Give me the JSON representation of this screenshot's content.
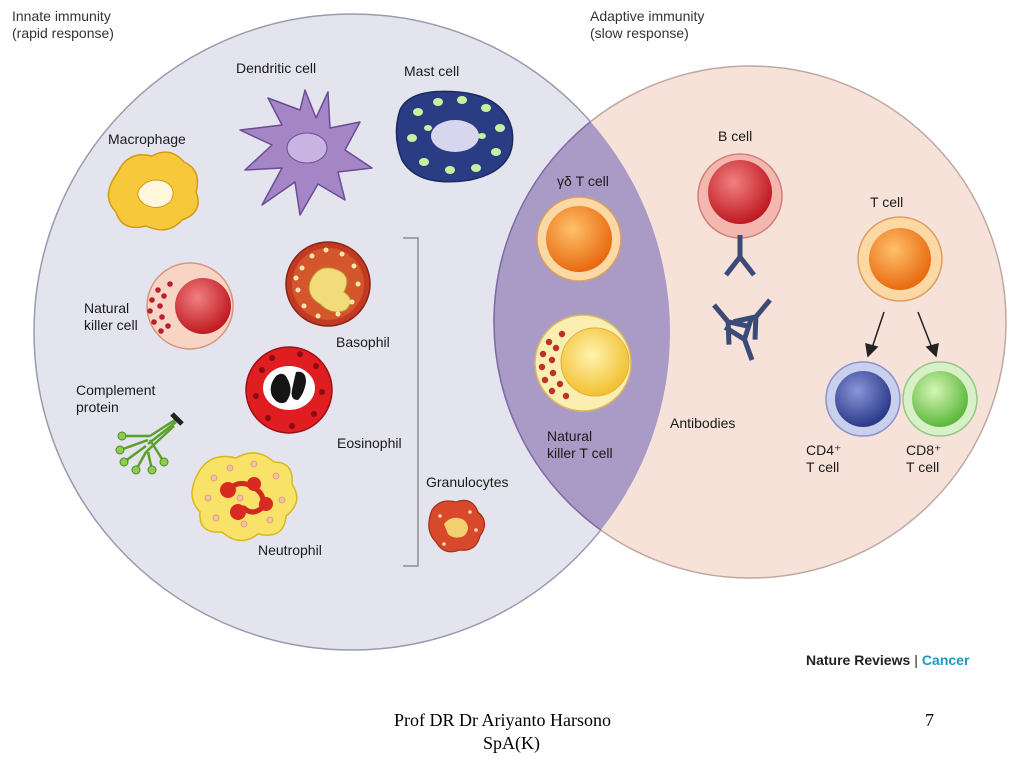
{
  "innate": {
    "title": "Innate immunity",
    "subtitle": "(rapid response)"
  },
  "adaptive": {
    "title": "Adaptive immunity",
    "subtitle": "(slow response)"
  },
  "cells": {
    "dendritic": "Dendritic cell",
    "mast": "Mast cell",
    "macrophage": "Macrophage",
    "nk_line1": "Natural",
    "nk_line2": "killer cell",
    "basophil": "Basophil",
    "complement_line1": "Complement",
    "complement_line2": "protein",
    "eosinophil": "Eosinophil",
    "neutrophil": "Neutrophil",
    "granulocytes": "Granulocytes",
    "gd_t": "γδ T cell",
    "nkt_line1": "Natural",
    "nkt_line2": "killer T cell",
    "b_cell": "B cell",
    "antibodies": "Antibodies",
    "t_cell": "T cell",
    "cd4_line1": "CD4⁺",
    "cd4_line2": "T cell",
    "cd8_line1": "CD8⁺",
    "cd8_line2": "T cell"
  },
  "credit": {
    "journal": "Nature Reviews",
    "separator": "|",
    "section": "Cancer"
  },
  "footer": {
    "author_line1": "Prof DR Dr Ariyanto Harsono",
    "author_line2": "SpA(K)",
    "page_number": "7"
  },
  "colors": {
    "innate_fill": "#e4e4ee",
    "adaptive_fill": "#f7e2da",
    "overlap_fill": "#a99ac6",
    "journal_section": "#1a9bc4"
  }
}
